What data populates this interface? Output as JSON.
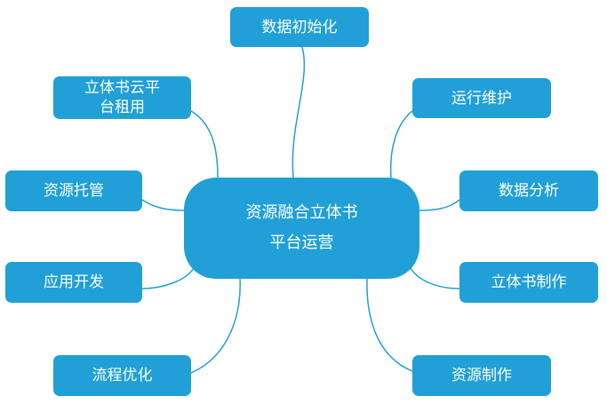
{
  "center": {
    "line1": "资源融合立体书",
    "line2": "平台运营"
  },
  "nodes": {
    "data_init": "数据初始化",
    "rental": "立体书云平台租用",
    "maintenance": "运行维护",
    "hosting": "资源托管",
    "analysis": "数据分析",
    "app_dev": "应用开发",
    "book_make": "立体书制作",
    "process_opt": "流程优化",
    "resource_make": "资源制作"
  },
  "colors": {
    "node": "#20A0D6",
    "line": "#20A0D6"
  }
}
